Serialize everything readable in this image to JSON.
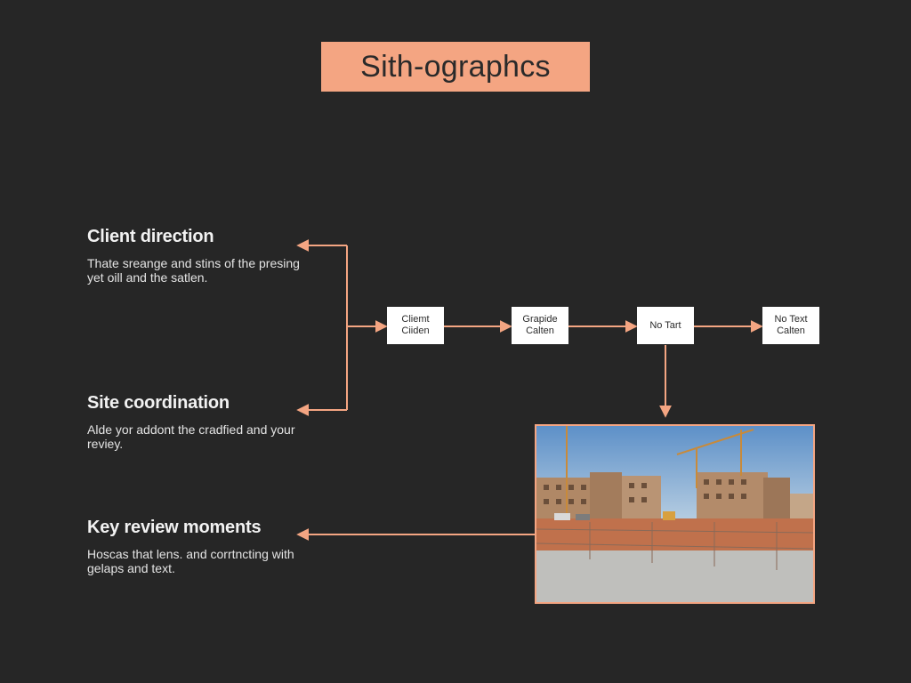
{
  "title": "Sith-ographcs",
  "colors": {
    "accent": "#f4a582",
    "background": "#262626",
    "node_fill": "#ffffff",
    "text": "#f2f2f2"
  },
  "sections": [
    {
      "heading": "Client direction",
      "body": "Thate sreange and stins of the presing yet oill and the satlen."
    },
    {
      "heading": "Site coordination",
      "body": "Alde yor addont the cradfied and your reviey."
    },
    {
      "heading": "Key review moments",
      "body": "Hoscas that lens. and corrtncting with gelaps and text."
    }
  ],
  "nodes": [
    {
      "line1": "Cliemt",
      "line2": "Ciiden"
    },
    {
      "line1": "Grapide",
      "line2": "Calten"
    },
    {
      "line1": "No Tart",
      "line2": ""
    },
    {
      "line1": "No Text",
      "line2": "Calten"
    }
  ],
  "photo": {
    "subject": "construction-site-photo"
  }
}
